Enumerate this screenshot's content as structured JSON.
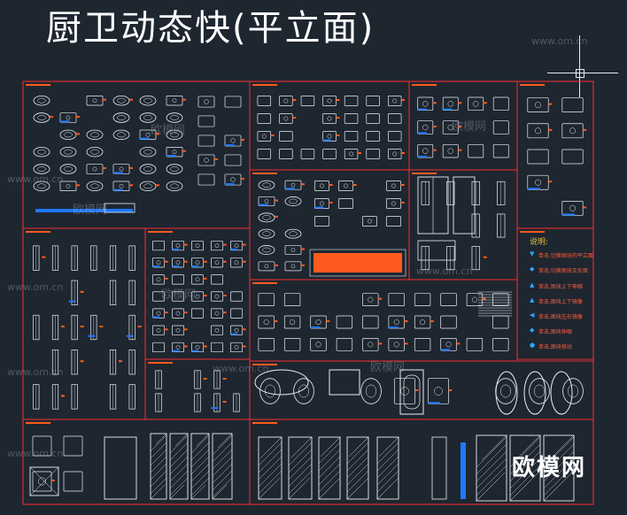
{
  "title": "厨卫动态快(平立面)",
  "brand": "欧模网",
  "watermarks": [
    {
      "text": "www.om.cn"
    },
    {
      "text": "欧模网"
    }
  ],
  "legend": {
    "title": "说明:",
    "items": [
      "单击,切换图块的平立面",
      "单击,切换图块正反面",
      "单击,图块上下伸缩",
      "单击,图块上下镜像",
      "单击,图块左右镜像",
      "单击,图块伸缩",
      "单击,图块移动"
    ]
  },
  "colors": {
    "background": "#1e2630",
    "frame": "#ff3030",
    "line": "#e8eef5",
    "accent": "#ff5a1e",
    "blue": "#1e78ff",
    "yellow": "#e0c040"
  }
}
